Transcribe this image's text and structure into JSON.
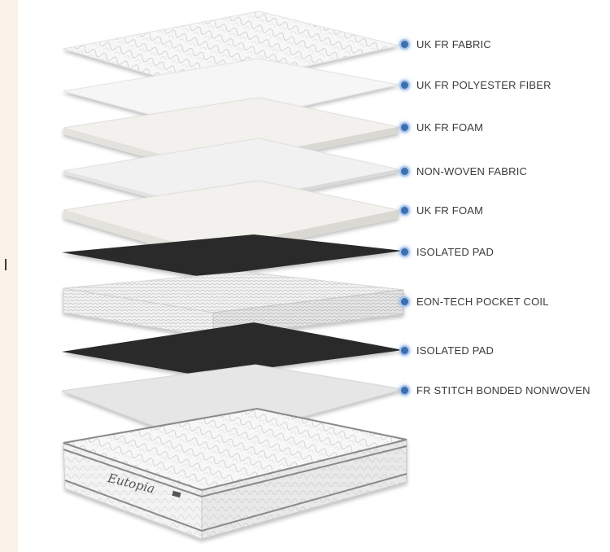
{
  "layers": [
    {
      "label": "UK FR FABRIC"
    },
    {
      "label": "UK FR POLYESTER FIBER"
    },
    {
      "label": "UK FR FOAM"
    },
    {
      "label": "NON-WOVEN FABRIC"
    },
    {
      "label": "UK FR FOAM"
    },
    {
      "label": "ISOLATED PAD"
    },
    {
      "label": "EON-TECH POCKET COIL"
    },
    {
      "label": "ISOLATED PAD"
    },
    {
      "label": "FR STITCH BONDED NONWOVEN"
    }
  ],
  "mattress": {
    "brand_logo": "Eutopia"
  },
  "colors": {
    "dot": "#3d6fb0",
    "dark_pad": "#2a2a2a",
    "foam": "#f1f0ec",
    "fabric": "#f4f4f4",
    "background_panel": "#fbf3ea"
  }
}
